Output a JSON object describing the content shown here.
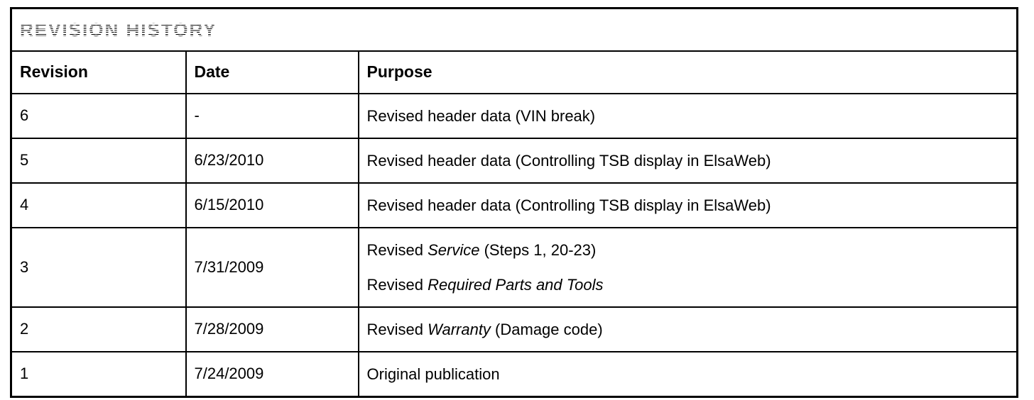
{
  "colors": {
    "border": "#000000",
    "text": "#000000",
    "title_dither_fallback": "#6b6b6b",
    "background": "#ffffff"
  },
  "table": {
    "title": "REVISION HISTORY",
    "columns": [
      {
        "key": "revision",
        "label": "Revision"
      },
      {
        "key": "date",
        "label": "Date"
      },
      {
        "key": "purpose",
        "label": "Purpose"
      }
    ],
    "rows": [
      {
        "revision": "6",
        "date": "-",
        "purpose_lines": [
          [
            {
              "text": "Revised header data (VIN break)",
              "italic": false
            }
          ]
        ]
      },
      {
        "revision": "5",
        "date": "6/23/2010",
        "purpose_lines": [
          [
            {
              "text": "Revised header data (Controlling TSB display in ElsaWeb)",
              "italic": false
            }
          ]
        ]
      },
      {
        "revision": "4",
        "date": "6/15/2010",
        "purpose_lines": [
          [
            {
              "text": "Revised header data (Controlling TSB display in ElsaWeb)",
              "italic": false
            }
          ]
        ]
      },
      {
        "revision": "3",
        "date": "7/31/2009",
        "purpose_lines": [
          [
            {
              "text": "Revised ",
              "italic": false
            },
            {
              "text": "Service",
              "italic": true
            },
            {
              "text": " (Steps 1, 20-23)",
              "italic": false
            }
          ],
          [
            {
              "text": "Revised ",
              "italic": false
            },
            {
              "text": "Required Parts and Tools",
              "italic": true
            }
          ]
        ]
      },
      {
        "revision": "2",
        "date": "7/28/2009",
        "purpose_lines": [
          [
            {
              "text": "Revised ",
              "italic": false
            },
            {
              "text": "Warranty",
              "italic": true
            },
            {
              "text": " (Damage code)",
              "italic": false
            }
          ]
        ]
      },
      {
        "revision": "1",
        "date": "7/24/2009",
        "purpose_lines": [
          [
            {
              "text": "Original publication",
              "italic": false
            }
          ]
        ]
      }
    ]
  }
}
